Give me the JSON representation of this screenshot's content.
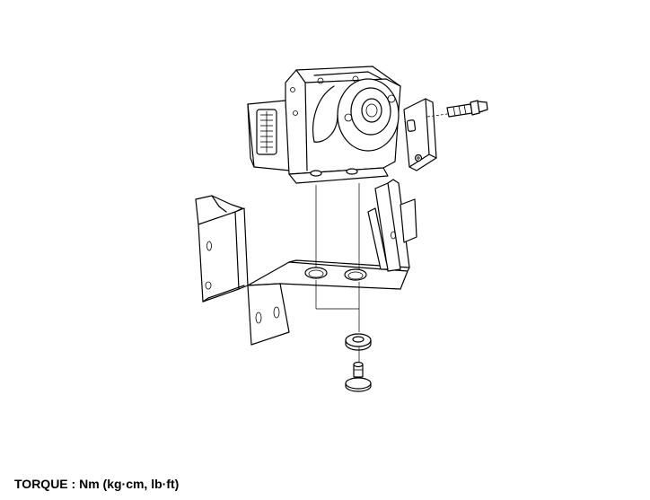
{
  "caption": {
    "torque_label": "TORQUE : Nm (kg·cm, lb·ft)"
  },
  "components": [
    "abs-hydraulic-unit",
    "mounting-bracket",
    "side-clip-bracket",
    "clip-bolt",
    "rubber-washer",
    "mounting-pin-bolt"
  ]
}
